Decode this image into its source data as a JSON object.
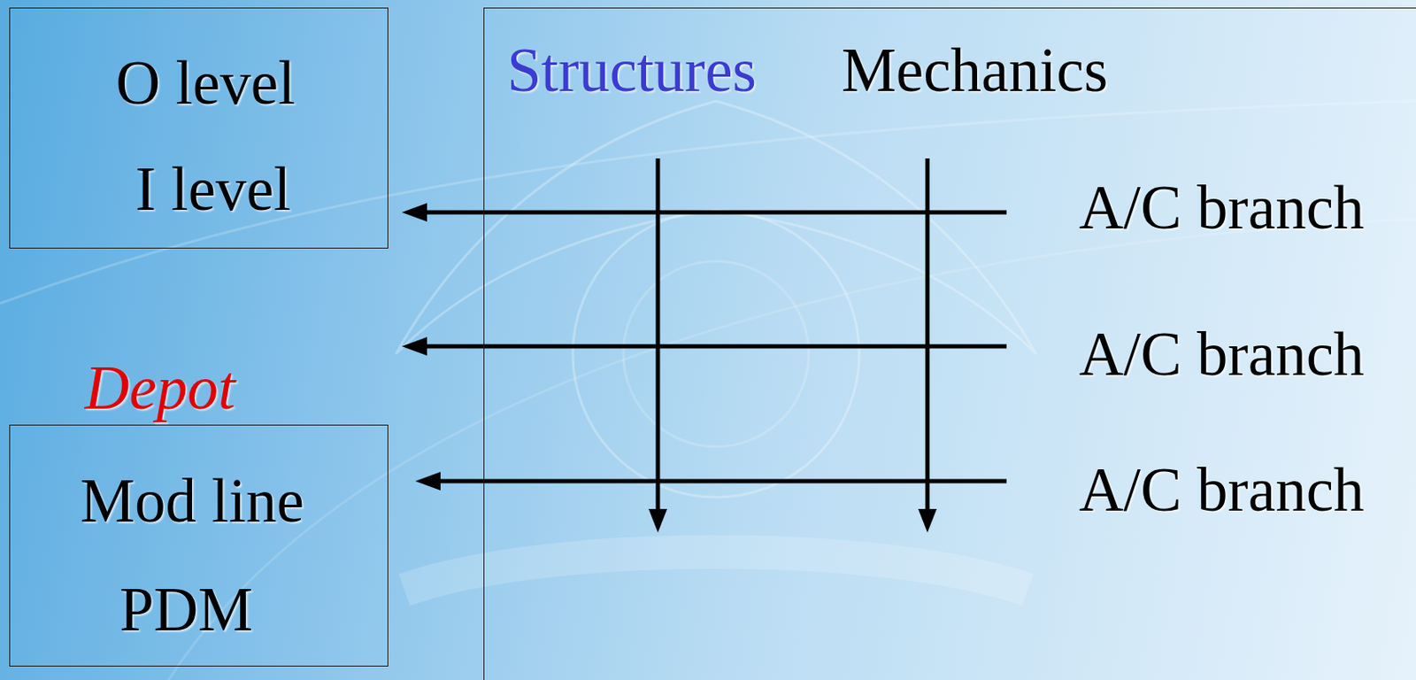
{
  "diagram": {
    "nodes": [
      {
        "text": [
          "O level",
          "I level"
        ]
      },
      {
        "text": [
          "Structures",
          "Mechanics"
        ]
      },
      {
        "text": [
          "A/C branch"
        ],
        "in": 1
      },
      {
        "text": [
          "A/C branch"
        ],
        "in": 1
      },
      {
        "text": [
          "A/C branch"
        ],
        "in": 1
      },
      {
        "text": [
          "Depot",
          "Mod line",
          "PDM"
        ]
      }
    ],
    "edges": [
      {
        "from": 2,
        "to": 0,
        "arrow": "to"
      },
      {
        "from": 3,
        "to": 5,
        "arrow": "to"
      },
      {
        "from": 4,
        "to": 5,
        "arrow": "to"
      }
    ]
  }
}
